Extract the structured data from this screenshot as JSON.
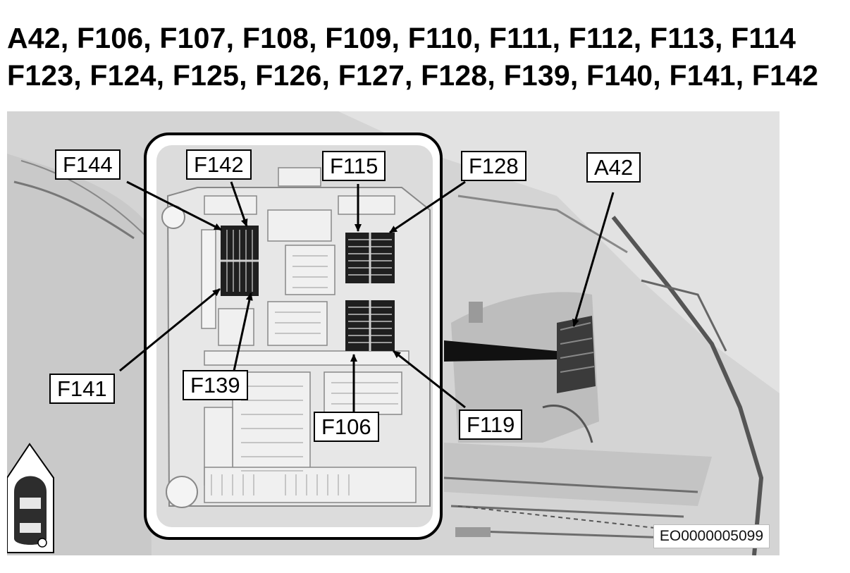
{
  "heading": {
    "line1": "A42, F106, F107, F108, F109, F110, F111, F112, F113, F114",
    "line2": "F123, F124, F125, F126, F127, F128, F139, F140, F141, F142"
  },
  "callouts": {
    "f144": "F144",
    "f142": "F142",
    "f115": "F115",
    "f128": "F128",
    "a42": "A42",
    "f141": "F141",
    "f139": "F139",
    "f106": "F106",
    "f119": "F119"
  },
  "reference_code": "EO0000005099",
  "icons": {
    "vehicle_orientation": "car-top-view-icon"
  }
}
